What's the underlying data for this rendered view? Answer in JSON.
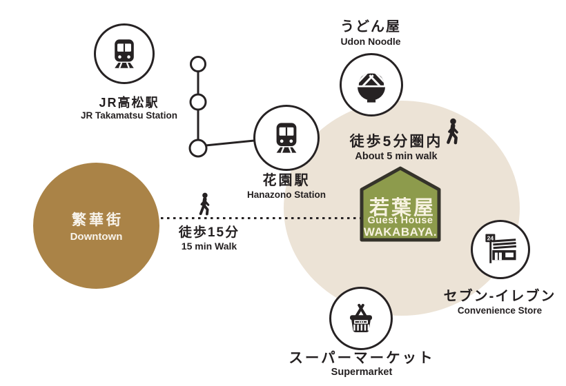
{
  "map": {
    "stations": {
      "jr_takamatsu": {
        "jp": "JR高松駅",
        "en": "JR Takamatsu Station"
      },
      "hanazono": {
        "jp": "花園駅",
        "en": "Hanazono Station"
      }
    },
    "guesthouse": {
      "name_jp": "若葉屋",
      "type_en": "Guest House",
      "name_en": "WAKABAYA."
    },
    "places": {
      "udon": {
        "jp": "うどん屋",
        "en": "Udon Noodle"
      },
      "convenience": {
        "jp": "セブン-イレブン",
        "en": "Convenience Store",
        "sign": "24"
      },
      "supermarket": {
        "jp": "スーパーマーケット",
        "en": "Supermarket"
      },
      "downtown": {
        "jp": "繁華街",
        "en": "Downtown"
      }
    },
    "walk_labels": {
      "five_min_zone": {
        "jp": "徒歩5分圏内",
        "en": "About 5 min walk"
      },
      "fifteen_min": {
        "jp": "徒歩15分",
        "en": "15 min Walk"
      }
    }
  },
  "icons": {
    "jr_takamatsu": "train-icon",
    "hanazono": "train-icon",
    "udon": "udon-bowl-icon",
    "convenience": "convenience-store-icon",
    "supermarket": "shopping-basket-icon",
    "walking": "walking-person-icon",
    "guesthouse": "house-logo",
    "railway": "railway-line-with-stops"
  },
  "colors": {
    "background": "#ffffff",
    "walk_zone_fill": "#ece3d6",
    "downtown_fill": "#aa8347",
    "guesthouse_green": "#8d9b4c",
    "guesthouse_outline": "#35332a",
    "ink": "#262223"
  }
}
